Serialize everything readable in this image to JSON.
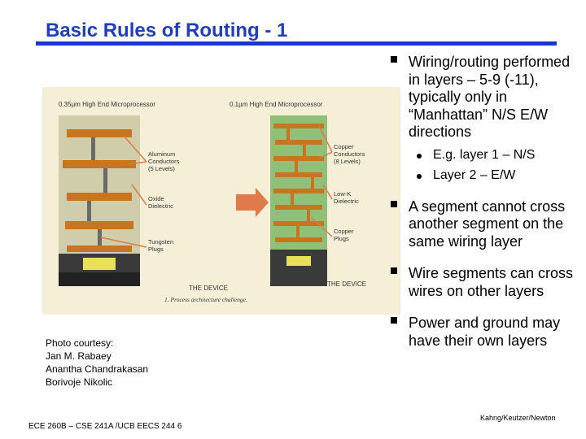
{
  "slide": {
    "title": "Basic Rules of Routing - 1"
  },
  "figure": {
    "left_title": "0.35µm High End Microprocessor",
    "right_title": "0.1µm High End Microprocessor",
    "label_aluminum": [
      "Aluminum",
      "Conductors",
      "(5 Levels)"
    ],
    "label_oxide": [
      "Oxide",
      "Dielectric"
    ],
    "label_tungsten": [
      "Tungsten",
      "Plugs"
    ],
    "label_copper_conductors": [
      "Copper",
      "Conductors",
      "(8 Levels)"
    ],
    "label_lowk": [
      "Low-K",
      "Dielectric"
    ],
    "label_copper_plugs": [
      "Copper",
      "Plugs"
    ],
    "device_left": "THE DEVICE",
    "device_right": "THE DEVICE",
    "caption": "1. Process architecture challenge."
  },
  "bullets": [
    {
      "text": "Wiring/routing performed in layers – 5-9 (-11), typically only in “Manhattan” N/S E/W directions",
      "sub": [
        "E.g. layer 1 – N/S",
        "Layer 2 – E/W"
      ]
    },
    {
      "text": "A segment cannot cross another segment on the same wiring layer"
    },
    {
      "text": "Wire segments can cross wires on other layers"
    },
    {
      "text": "Power and ground may have their own layers"
    }
  ],
  "credit": {
    "line1": "Photo courtesy:",
    "line2": "Jan M. Rabaey",
    "line3": "Anantha Chandrakasan",
    "line4": "Borivoje Nikolic"
  },
  "footer": {
    "left": "ECE 260B – CSE 241A /UCB EECS 244 6",
    "right": "Kahng/Keutzer/Newton"
  },
  "colors": {
    "title": "#1f3fbf",
    "rule": "#1a35d6",
    "figure_bg": "#f4efd6",
    "oxide": "#c9c7a3",
    "lowk": "#8fbf79",
    "metal": "#c8751f",
    "arrow": "#e07a4a"
  }
}
